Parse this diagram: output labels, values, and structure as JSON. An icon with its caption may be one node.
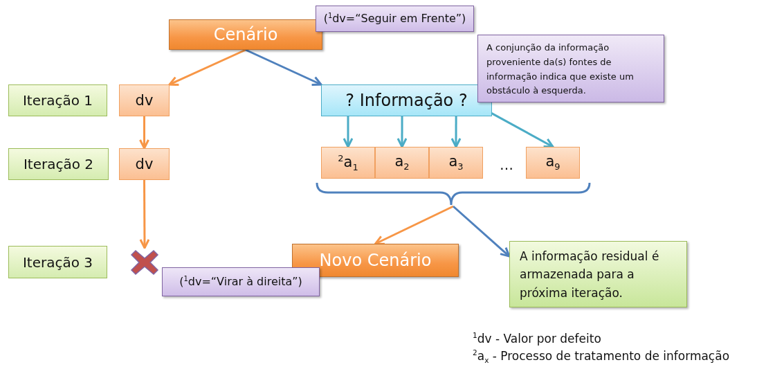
{
  "diagram": {
    "nodes": [
      {
        "text": [
          "Cenário"
        ]
      },
      {
        "text": [
          "($^{1}$dv=“Seguir em Frente”)"
        ]
      },
      {
        "text": [
          "A conjunção da informação proveniente da(s) fontes de informação indica que existe um obstáculo à esquerda."
        ]
      },
      {
        "text": [
          "Iteração 1"
        ]
      },
      {
        "text": [
          "dv"
        ]
      },
      {
        "text": [
          "? Informação ?"
        ]
      },
      {
        "text": [
          "Iteração 2"
        ]
      },
      {
        "text": [
          "dv"
        ]
      },
      {
        "text": [
          "$^{2}$a$_{1}$"
        ]
      },
      {
        "text": [
          "a$_{2}$"
        ]
      },
      {
        "text": [
          "a$_{3}$"
        ]
      },
      {
        "text": [
          "a$_{9}$"
        ]
      },
      {
        "text": [
          "Iteração 3"
        ]
      },
      {
        "text": [],
        "shape": "cross"
      },
      {
        "text": [
          "Novo Cenário"
        ]
      },
      {
        "text": [
          "($^{1}$dv=“Virar à direita”)"
        ]
      },
      {
        "text": [
          "A informação residual é armazenada para a próxima iteração."
        ]
      },
      {
        "text": [],
        "shape": "brace"
      }
    ],
    "edges": [
      {
        "from": 0,
        "to": 4,
        "arrow": "to",
        "color": "#f79646"
      },
      {
        "from": 0,
        "to": 5,
        "arrow": "to",
        "color": "#4f81bd"
      },
      {
        "from": 5,
        "to": 8,
        "arrow": "to",
        "color": "#4bacc6"
      },
      {
        "from": 5,
        "to": 9,
        "arrow": "to",
        "color": "#4bacc6"
      },
      {
        "from": 5,
        "to": 10,
        "arrow": "to",
        "color": "#4bacc6"
      },
      {
        "from": 5,
        "to": 11,
        "arrow": "to",
        "color": "#4bacc6"
      },
      {
        "from": 4,
        "to": 7,
        "arrow": "to",
        "color": "#f79646"
      },
      {
        "from": 7,
        "to": 13,
        "arrow": "to",
        "color": "#f79646"
      },
      {
        "from": 17,
        "to": 14,
        "arrow": "to",
        "color": "#f79646"
      },
      {
        "from": 17,
        "to": 16,
        "arrow": "to",
        "color": "#4f81bd"
      }
    ],
    "labels": [
      "…",
      "$^{1}$dv - Valor por defeito",
      "$^{2}$a$_{x}$ -  Processo de tratamento de informação"
    ]
  }
}
